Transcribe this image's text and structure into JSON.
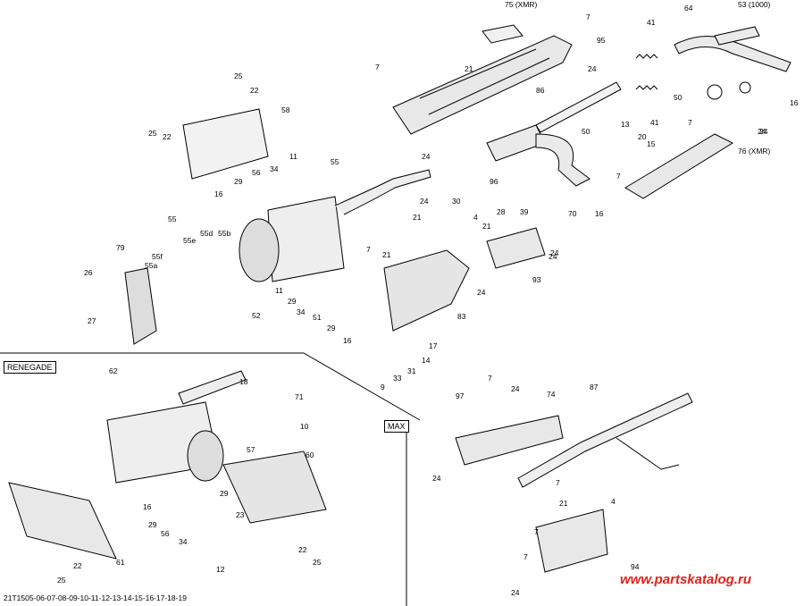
{
  "diagram": {
    "sections": {
      "renegade": "RENEGADE",
      "max": "MAX"
    },
    "document_code": "21T1505-06-07-08-09-10-11-12-13-14-15-16-17-18-19",
    "watermark": "www.partskatalog.ru",
    "callouts": [
      "75 (XMR)",
      "7",
      "95",
      "21",
      "7",
      "24",
      "53 (1000)",
      "64",
      "41",
      "24",
      "25",
      "22",
      "58",
      "25",
      "22",
      "86",
      "50",
      "41",
      "16",
      "24",
      "7",
      "13",
      "20",
      "15",
      "24",
      "76 (XMR)",
      "50",
      "11",
      "34",
      "56",
      "29",
      "55",
      "16",
      "30",
      "96",
      "28",
      "39",
      "70",
      "16",
      "7",
      "24",
      "21",
      "4",
      "21",
      "24",
      "55",
      "55d",
      "55e",
      "55b",
      "55f",
      "55a",
      "79",
      "26",
      "7",
      "21",
      "93",
      "24",
      "24",
      "11",
      "29",
      "34",
      "51",
      "29",
      "52",
      "83",
      "17",
      "14",
      "16",
      "31",
      "33",
      "9",
      "27",
      "62",
      "18",
      "71",
      "10",
      "57",
      "7",
      "24",
      "74",
      "97",
      "87",
      "60",
      "29",
      "23",
      "56",
      "34",
      "16",
      "29",
      "12",
      "25",
      "22",
      "25",
      "22",
      "61",
      "24",
      "7",
      "4",
      "21",
      "7",
      "7",
      "94",
      "24"
    ]
  }
}
